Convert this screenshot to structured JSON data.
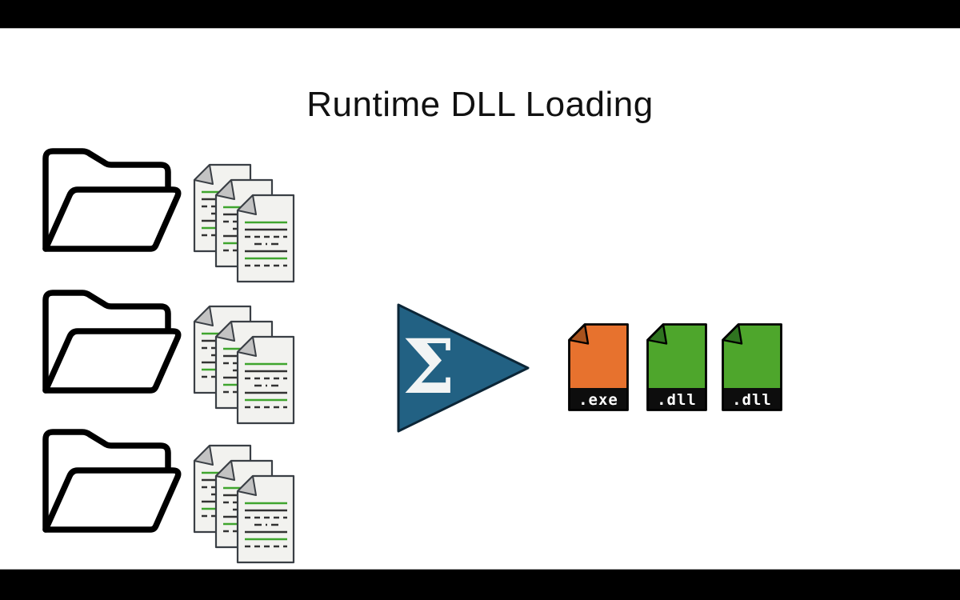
{
  "slide": {
    "title": "Runtime DLL Loading"
  },
  "aggregator": {
    "symbol": "Σ"
  },
  "sources": {
    "group_count": 3,
    "documents_per_folder": 3
  },
  "outputs": [
    {
      "label": ".exe",
      "color": "#e7722e",
      "fold_color": "#a8521d"
    },
    {
      "label": ".dll",
      "color": "#4ea62c",
      "fold_color": "#2f7420"
    },
    {
      "label": ".dll",
      "color": "#4ea62c",
      "fold_color": "#2f7420"
    }
  ],
  "icons": {
    "source": "open-folder-icon",
    "source_contents": "source-document-stack-icon",
    "transform": "sigma-arrowhead-icon",
    "output": "labeled-binary-file-icon"
  },
  "colors": {
    "letterbox": "#000000",
    "slide_bg": "#ffffff",
    "title_text": "#111111",
    "folder_outline": "#000000",
    "doc_body": "#f2f2ef",
    "doc_border": "#3a3f45",
    "doc_fold": "#c3c3c3",
    "doc_line_green": "#3fa52e",
    "doc_line_dark": "#333333",
    "aggregator_fill": "#226183",
    "aggregator_border": "#0c2637",
    "aggregator_symbol": "#f2f4f4",
    "file_border": "#000000",
    "file_band": "#0d0d0d",
    "file_label_text": "#ffffff"
  }
}
